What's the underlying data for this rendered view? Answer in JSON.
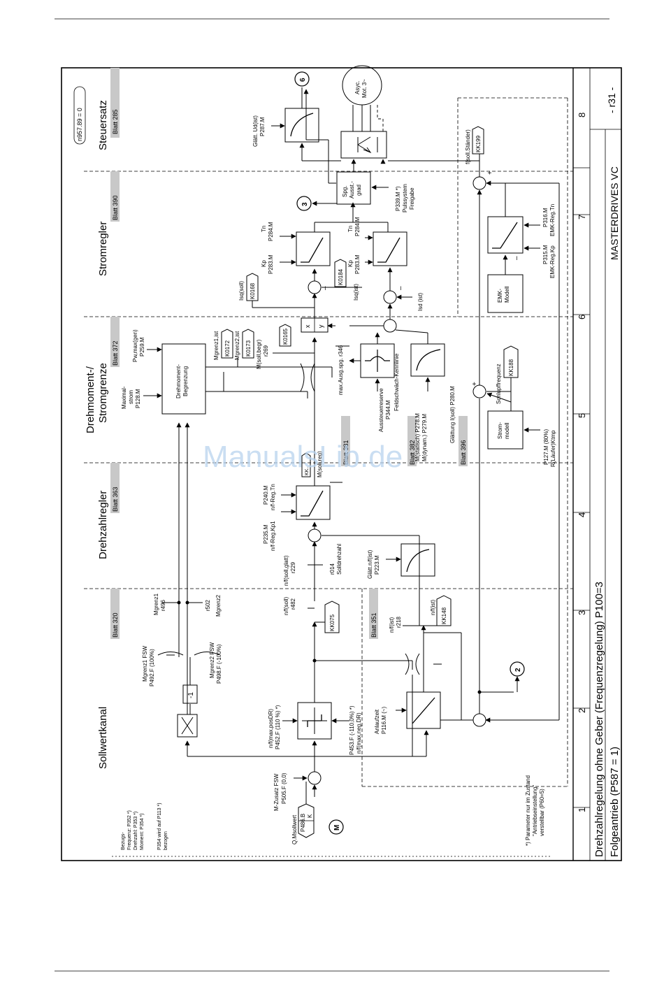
{
  "sections": {
    "sollwertkanal": "Sollwertkanal",
    "drehzahlregler": "Drehzahlregler",
    "drehmoment_line1": "Drehmoment-/",
    "drehmoment_line2": "Stromgrenze",
    "stromregler": "Stromregler",
    "steuersatz": "Steuersatz"
  },
  "sheets": {
    "blatt_320": "Blatt 320",
    "blatt_363": "Blatt 363",
    "blatt_372": "Blatt 372",
    "blatt_390": "Blatt 390",
    "blatt_285": "Blatt 285",
    "blatt_351": "Blatt 351",
    "blatt_381": "Blatt 381",
    "blatt_382": "Blatt 382",
    "blatt_396": "Blatt 396"
  },
  "status_box": "n957.89 = 0",
  "sheet_ref": "- r31 -",
  "product": "MASTERDRIVES VC",
  "title": "Drehzahlregelung ohne Geber (Frequenzregelung) P100=3",
  "subtitle": "Folgeantrieb (P587 = 1)",
  "column_numbers": [
    "1",
    "2",
    "3",
    "4",
    "5",
    "6",
    "7",
    "8"
  ],
  "labels": {
    "bezugs_lines": [
      "Bezugs-",
      "Frequenz:  P352 *)",
      "Drehzahl:  P353 *)",
      "Moment:    P354 *)"
    ],
    "p354_lines": [
      "P354 wird auf P113 *)",
      "bezogen"
    ],
    "q_msollwert": "Q.Msollwert",
    "p486": "P486.B",
    "k_sym": "K",
    "m_circle": "M",
    "m_zusatz": "M-Zusatz FSW",
    "p505": "P505.F (0,0)",
    "nmax_pos_lines": [
      "n/f(max,posDR)",
      "P452.F (110 %) *)"
    ],
    "nmax_neg_lines": [
      "P453.F (-110,0%) *)",
      "n/f(max,neg.DR)"
    ],
    "anlaufzeit_lines": [
      "Anlaufzeit",
      "P116.M (~)"
    ],
    "mgrenz1_fsw_lines": [
      "Mgrenz1 FSW",
      "P492.F (100%)"
    ],
    "mgrenz2_fsw_lines": [
      "Mgrenz2 FSW",
      "P498.F (-100%)"
    ],
    "minus1": "-1",
    "mgrenz1_lines": [
      "Mgrenz1",
      "r496"
    ],
    "mgrenz2_lines": [
      "r502",
      "Mgrenz2"
    ],
    "nsoll_lines": [
      "n/f(soll)",
      "r482"
    ],
    "kk075": "KK075",
    "nist_lines": [
      "n/f(ist)",
      "r218"
    ],
    "nist_kk_label": "n/f(ist)",
    "kk148": "KK148",
    "circle2": "2",
    "nsoll_glatt_lines": [
      "n/f(soll,glatt)",
      "r229"
    ],
    "r014_lines": [
      "r014",
      "Solldrehzahl"
    ],
    "p235_lines": [
      "P235.M",
      "n/f-Reg.Kp1"
    ],
    "p240_lines": [
      "P240.M",
      "n/f-Reg.Tn"
    ],
    "glaett_nist_lines": [
      "Glätt.n/f(ist)",
      "P223.M"
    ],
    "msoll_reg_label": "M(soll,reg)",
    "kxx_box": "KK..",
    "maximal_lines": [
      "Maximal-",
      "strom",
      "P128.M"
    ],
    "pwmax_lines": [
      "Pw,max(gen)",
      "P259.M"
    ],
    "begrenzung_lines": [
      "Drehmoment-",
      "Begrenzung"
    ],
    "mgrenz1_ist": "Mgrenz1,ist",
    "k0172": "K0172",
    "mgrenz2_ist": "Mgrenz2,ist",
    "k0173": "K0173",
    "msoll_begr_lines": [
      "M(soll,begr)",
      "r269"
    ],
    "k0165": "K0165",
    "max_ausg_spg": "max.Ausg.spg. r346",
    "aussteuer_lines": [
      "Aussteuerreserve",
      "P344.M"
    ],
    "feldschwach": "Feldschwäch-Kennlinie",
    "p278_lines": [
      "M(statisch) P278.M",
      "M(dynam.) P279.M"
    ],
    "glaettung_isoll": "Glättung I(soll) P280.M",
    "schlupf_label": "Schlupffrequenz",
    "kk188": "KK188",
    "strommodell_lines": [
      "Strom-",
      "modell"
    ],
    "p127_lines": [
      "P127.M (80%)",
      "R(Läufer)Ktmp"
    ],
    "isq_soll": "Isq(soll)",
    "k0168": "K0168",
    "k0184": "K0184",
    "isq_ist": "Isq(ist)",
    "isd_ist": "Isd (ist)",
    "kp_tn_upper_kp": [
      "Kp",
      "P283.M"
    ],
    "kp_tn_upper_tn": [
      "Tn",
      "P284.M"
    ],
    "kp_tn_lower_kp": [
      "Kp",
      "P283.M"
    ],
    "kp_tn_lower_tn": [
      "Tn",
      "P284.M"
    ],
    "emk_modell_lines": [
      "EMK-",
      "Modell"
    ],
    "p315_lines": [
      "P315.M",
      "EMK-Reg.Kp"
    ],
    "p316_lines": [
      "P316.M",
      "EMK-Reg.Tn"
    ],
    "spg_lines": [
      "Spg.",
      "Ausst.-",
      "grad"
    ],
    "p339_lines": [
      "P339.M *)",
      "Pulssystem",
      "Freigabe"
    ],
    "circle3": "3",
    "circle6": "6",
    "glaett_udist_lines": [
      "Glätt. Ud(ist)",
      "P287.M"
    ],
    "asyc_lines": [
      "Asyc.",
      "Mot. 3~"
    ],
    "fsoll_staender": "f(soll,Ständer)",
    "kk199": "KK199",
    "x_label": "x",
    "y_label": "y",
    "footnote_lines": [
      "*) Parameter nur im Zustand",
      "\"Antriebseinstellung\"",
      "verstellbar (P60=5)"
    ]
  },
  "watermark": "ManualsLib.de"
}
